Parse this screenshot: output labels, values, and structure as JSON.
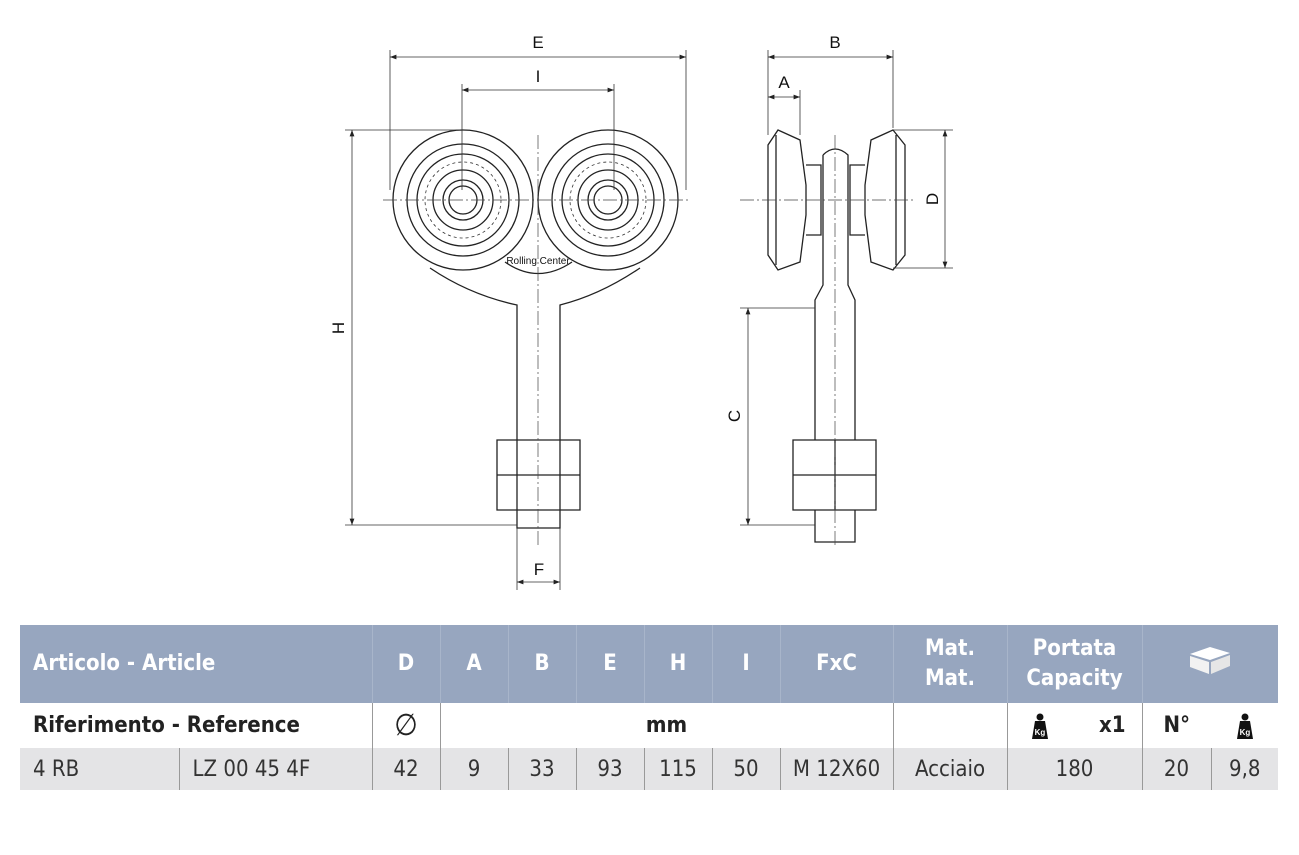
{
  "drawing": {
    "labels": {
      "E": "E",
      "I": "I",
      "H": "H",
      "F": "F",
      "B": "B",
      "A": "A",
      "D": "D",
      "C": "C"
    },
    "wheel_text": "Rolling Center"
  },
  "table": {
    "header": {
      "article": "Articolo - Article",
      "cols": [
        "D",
        "A",
        "B",
        "E",
        "H",
        "I",
        "FxC"
      ],
      "mat_1": "Mat.",
      "mat_2": "Mat.",
      "capacity_1": "Portata",
      "capacity_2": "Capacity",
      "package_icon": "box-icon"
    },
    "reference_row": {
      "label": "Riferimento - Reference",
      "diameter_symbol": "∅",
      "unit": "mm",
      "capacity_multiplier": "x1",
      "pieces": "N°",
      "weight_icon": "kg-weight-icon"
    },
    "rows": [
      {
        "article": "4 RB",
        "reference": "LZ 00 45 4F",
        "D": "42",
        "A": "9",
        "B": "33",
        "E": "93",
        "H": "115",
        "I": "50",
        "FxC": "M 12X60",
        "material": "Acciaio",
        "capacity": "180",
        "pieces": "20",
        "weight": "9,8"
      }
    ]
  }
}
